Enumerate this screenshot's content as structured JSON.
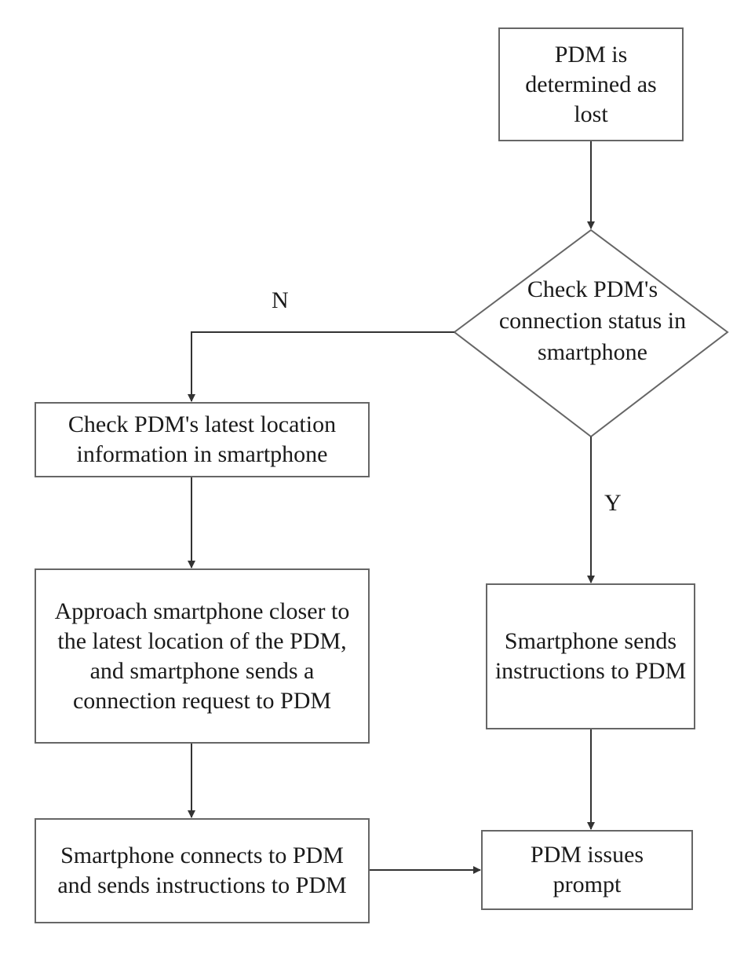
{
  "nodes": {
    "start": "PDM is determined as lost",
    "decision": "Check PDM's connection status in smartphone",
    "check_location": "Check PDM's latest location information in smartphone",
    "approach": "Approach smartphone closer to the latest location of the PDM, and smartphone sends a connection request to PDM",
    "connect": "Smartphone connects to PDM and sends instructions to PDM",
    "send_instructions": "Smartphone sends instructions to PDM",
    "prompt": "PDM issues prompt"
  },
  "labels": {
    "no": "N",
    "yes": "Y"
  }
}
